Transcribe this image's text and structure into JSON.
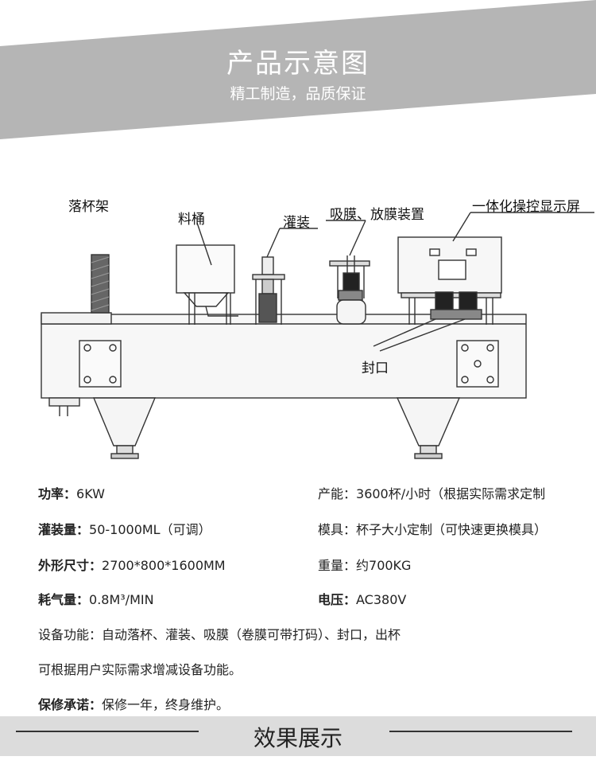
{
  "header": {
    "title": "产品示意图",
    "subtitle": "精工制造，品质保证"
  },
  "diagram": {
    "labels": {
      "cup_rack": "落杯架",
      "hopper": "料桶",
      "filling": "灌装",
      "film": "吸膜、放膜装置",
      "panel": "一体化操控显示屏",
      "sealing": "封口"
    }
  },
  "specs": {
    "power_label": "功率：",
    "power_value": "6KW",
    "capacity_label": "产能：",
    "capacity_value": "3600杯/小时（根据实际需求定制",
    "fill_label": "灌装量：",
    "fill_value": "50-1000ML（可调）",
    "mold_label": "模具：",
    "mold_value": "杯子大小定制（可快速更换模具）",
    "size_label": "外形尺寸：",
    "size_value": "2700*800*1600MM",
    "weight_label": "重量：",
    "weight_value": "约700KG",
    "air_label": "耗气量：",
    "air_value": "0.8M³/MIN",
    "voltage_label": "电压：",
    "voltage_value": "AC380V",
    "function_text": "设备功能：自动落杯、灌装、吸膜（卷膜可带打码）、封口，出杯",
    "custom_text": "可根据用户实际需求增减设备功能。",
    "warranty_label": "保修承诺：",
    "warranty_value": "保修一年，终身维护。"
  },
  "footer": {
    "title": "效果展示"
  },
  "colors": {
    "banner": "#b5b5b5",
    "footer": "#dcdcdc"
  }
}
